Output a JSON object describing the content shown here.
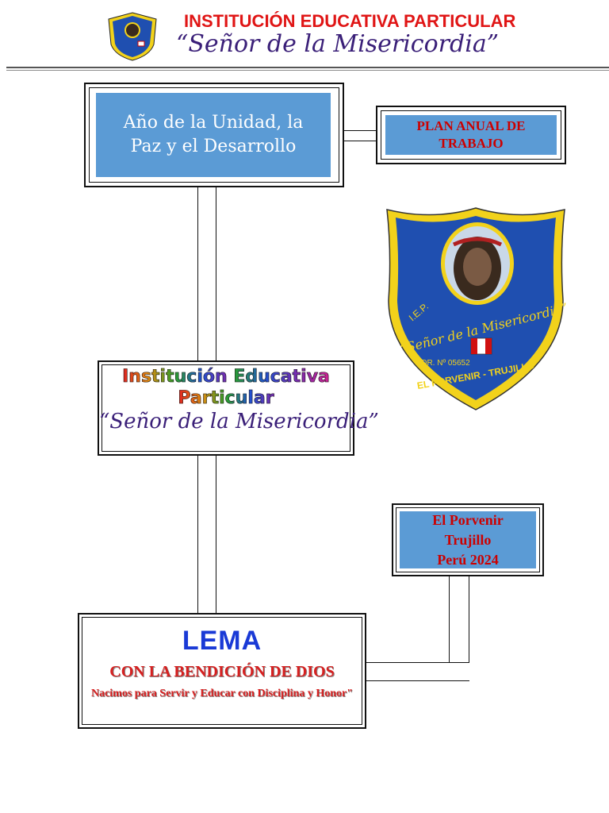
{
  "header": {
    "title": "INSTITUCIÓN EDUCATIVA PARTICULAR",
    "subtitle": "“Señor de la Misericordia”"
  },
  "year_box": {
    "text_line1": "Año de la Unidad, la",
    "text_line2": "Paz y el Desarrollo"
  },
  "plan_box": {
    "line1": "PLAN ANUAL DE",
    "line2": "TRABAJO"
  },
  "crest": {
    "iep": "I.E.P.",
    "name": "“Señor de la Misericordia”",
    "rdr": "RDR. Nº 05652",
    "place": "EL PORVENIR - TRUJILLO"
  },
  "institution_box": {
    "line1_words": [
      "Institución",
      "Educativa"
    ],
    "line2": "Particular",
    "line3": "“Señor de la Misericordia”"
  },
  "place_box": {
    "line1": "El Porvenir",
    "line2": "Trujillo",
    "line3": "Perú 2024"
  },
  "lema_box": {
    "title": "LEMA",
    "line1": "CON LA BENDICIÓN DE DIOS",
    "line2": "Nacimos para Servir y Educar con Disciplina y Honor\""
  },
  "colors": {
    "box_blue": "#5b9bd5",
    "red": "#cc0000",
    "lema_blue": "#1a3ad6",
    "shield_blue": "#1f4fb0",
    "shield_yellow": "#f2d21b"
  }
}
